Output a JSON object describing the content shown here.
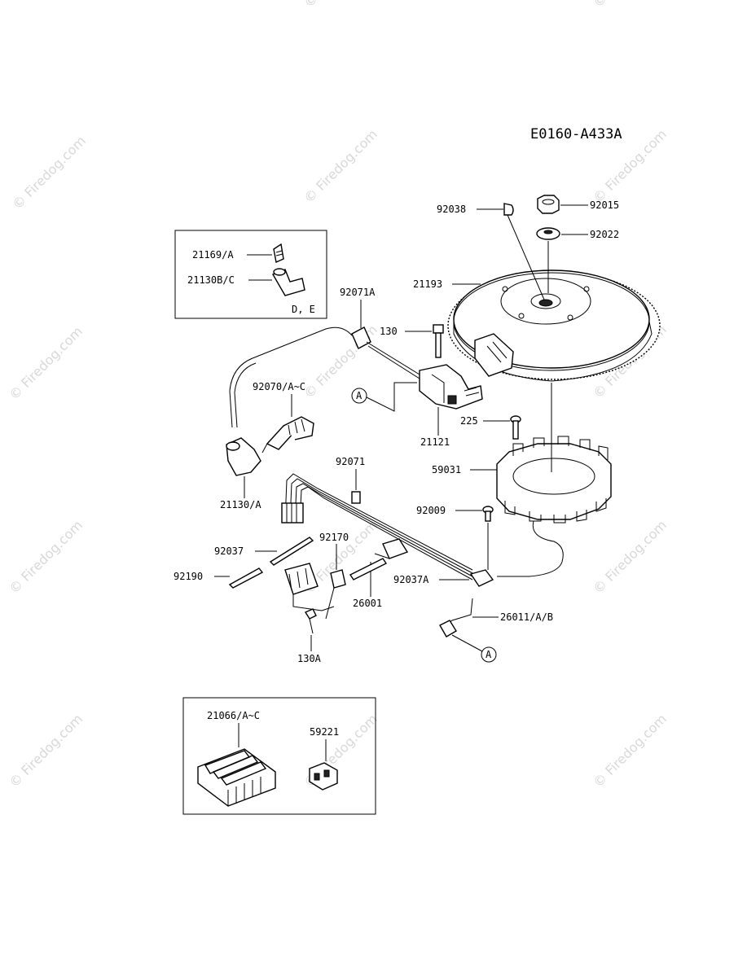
{
  "diagram_code": "E0160-A433A",
  "watermark": "© Firedog.com",
  "box_note": "D, E",
  "callout_marker": "A",
  "labels": {
    "p92038": "92038",
    "p92015": "92015",
    "p92022": "92022",
    "p21193": "21193",
    "p21169": "21169/A",
    "p21130bc": "21130B/C",
    "p92071a": "92071A",
    "p130": "130",
    "p92070": "92070/A~C",
    "p21121": "21121",
    "p225": "225",
    "p59031": "59031",
    "p21130a": "21130/A",
    "p92071": "92071",
    "p92009": "92009",
    "p92037": "92037",
    "p92170": "92170",
    "p92190": "92190",
    "p26001": "26001",
    "p92037a": "92037A",
    "p26011": "26011/A/B",
    "p130a": "130A",
    "p21066": "21066/A~C",
    "p59221": "59221"
  }
}
